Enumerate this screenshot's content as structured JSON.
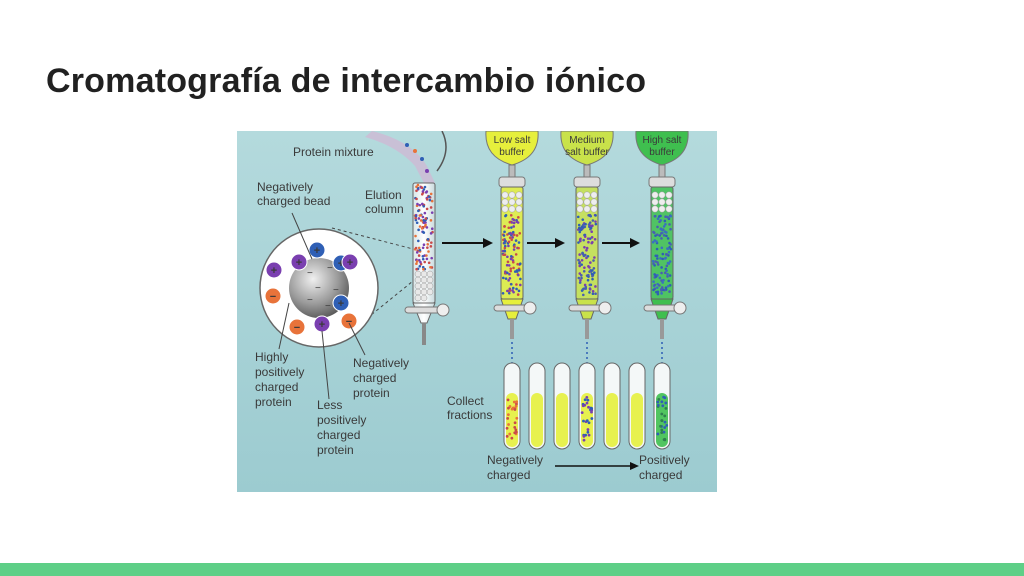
{
  "slide": {
    "title": "Cromatografía de intercambio iónico"
  },
  "figure": {
    "labels": {
      "protein_mixture": "Protein mixture",
      "negatively_charged_bead": [
        "Negatively",
        "charged bead"
      ],
      "elution_column": [
        "Elution",
        "column"
      ],
      "highly_positively_charged_protein": [
        "Highly",
        "positively",
        "charged",
        "protein"
      ],
      "less_positively_charged_protein": [
        "Less",
        "positively",
        "charged",
        "protein"
      ],
      "negatively_charged_protein": [
        "Negatively",
        "charged",
        "protein"
      ],
      "collect_fractions": [
        "Collect",
        "fractions"
      ],
      "axis_negatively_charged": [
        "Negatively",
        "charged"
      ],
      "axis_positively_charged": [
        "Positively",
        "charged"
      ]
    },
    "buffers": [
      {
        "label": [
          "Low salt",
          "buffer"
        ],
        "color": "#e6ef3c"
      },
      {
        "label": [
          "Medium",
          "salt buffer"
        ],
        "color": "#c9e24a"
      },
      {
        "label": [
          "High salt",
          "buffer"
        ],
        "color": "#3fbf4f"
      }
    ],
    "charge_symbols": {
      "plus": "+",
      "minus": "−"
    },
    "colors": {
      "background": "#a9d4d8",
      "bead": "#8f8f8f",
      "highly_positive": "#2f5fb5",
      "less_positive": "#7a3fb0",
      "negative": "#e8733a",
      "fraction_yellow": "#e6ef3c",
      "fraction_green": "#3fbf4f"
    }
  }
}
